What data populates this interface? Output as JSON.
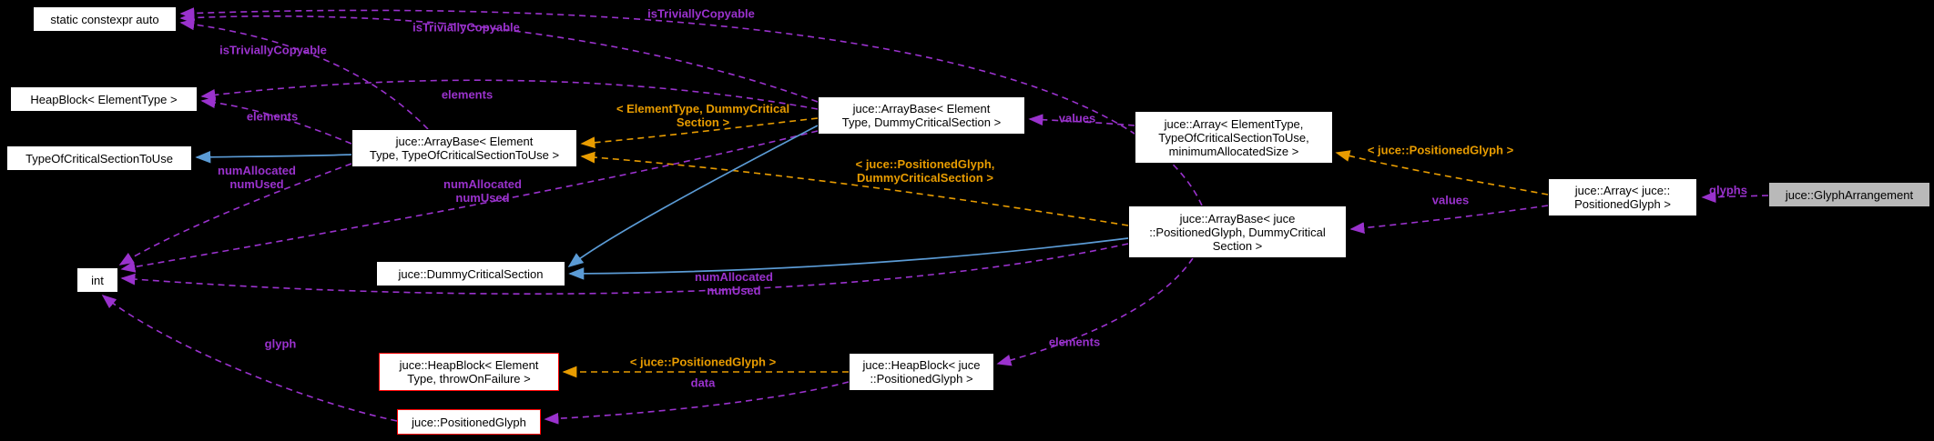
{
  "colors": {
    "background": "#000000",
    "usage_edge": "#9a32cd",
    "template_edge": "#e89c00",
    "inheritance_edge": "#5b9bd5",
    "node_fill": "#ffffff",
    "node_border": "#000000",
    "highlight_border": "#ff0000",
    "current_node_fill": "#b9b9b9"
  },
  "nodes": {
    "static_constexpr_auto": {
      "label": "static constexpr auto"
    },
    "heapblock_elementtype": {
      "label": "HeapBlock< ElementType >"
    },
    "type_of_critical_section_to_use": {
      "label": "TypeOfCriticalSectionToUse"
    },
    "int_type": {
      "label": "int"
    },
    "arraybase_et_tocstu": {
      "label": "juce::ArrayBase< Element\nType, TypeOfCriticalSectionToUse >"
    },
    "arraybase_et_dcs": {
      "label": "juce::ArrayBase< Element\nType, DummyCriticalSection >"
    },
    "array_et": {
      "label": "juce::Array< ElementType,\nTypeOfCriticalSectionToUse,\nminimumAllocatedSize >"
    },
    "arraybase_pg_dcs": {
      "label": "juce::ArrayBase< juce\n::PositionedGlyph, DummyCritical\nSection >"
    },
    "array_pg": {
      "label": "juce::Array< juce::\nPositionedGlyph >"
    },
    "glyph_arrangement": {
      "label": "juce::GlyphArrangement"
    },
    "dummy_critical_section": {
      "label": "juce::DummyCriticalSection"
    },
    "heapblock_et_tof": {
      "label": "juce::HeapBlock< Element\nType, throwOnFailure >"
    },
    "heapblock_pg": {
      "label": "juce::HeapBlock< juce\n::PositionedGlyph >"
    },
    "positioned_glyph": {
      "label": "juce::PositionedGlyph"
    }
  },
  "labels": {
    "itc_1": "isTriviallyCopyable",
    "itc_2": "isTriviallyCopyable",
    "itc_3": "isTriviallyCopyable",
    "elements_1": "elements",
    "elements_2": "elements",
    "elements_3": "elements",
    "values_1": "values",
    "values_2": "values",
    "num_1": "numAllocated\nnumUsed",
    "num_2": "numAllocated\nnumUsed",
    "num_3": "numAllocated\nnumUsed",
    "glyphs": "glyphs",
    "glyph": "glyph",
    "data": "data",
    "tmpl_et_dcs": "< ElementType, DummyCritical\nSection >",
    "tmpl_pg_dcs": "< juce::PositionedGlyph,\nDummyCriticalSection >",
    "tmpl_pg_top": "< juce::PositionedGlyph >",
    "tmpl_pg_bottom": "< juce::PositionedGlyph >"
  }
}
